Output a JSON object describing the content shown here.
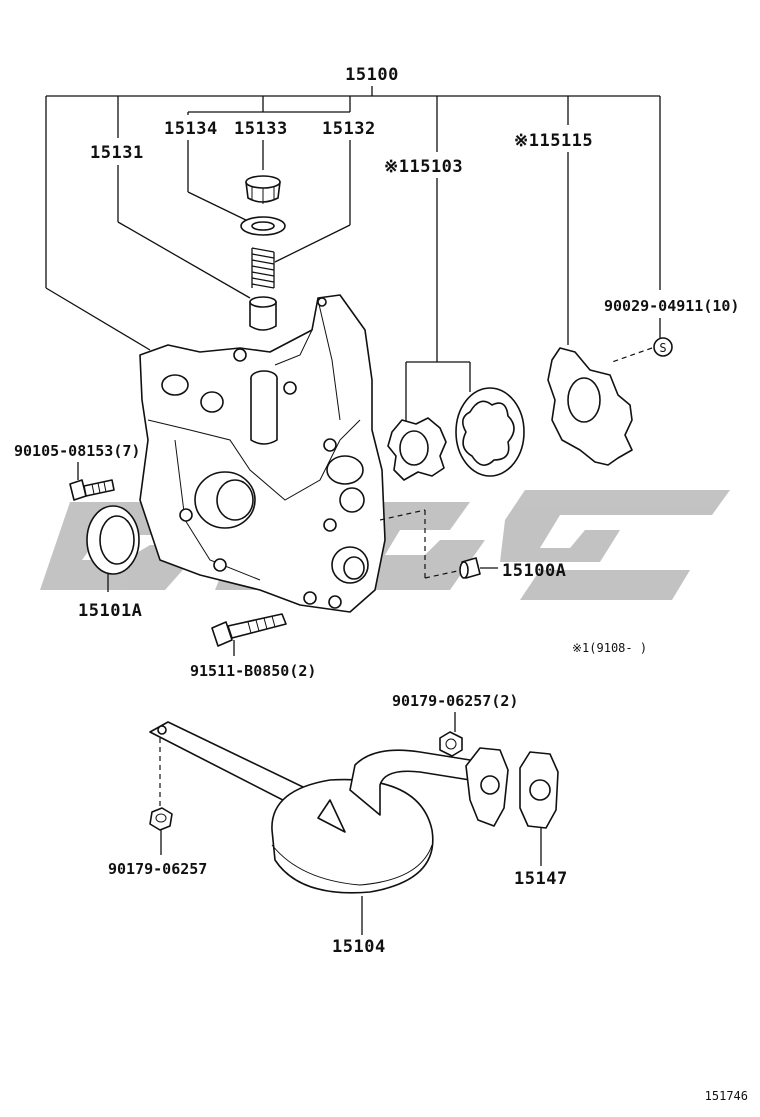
{
  "diagram": {
    "part_labels": {
      "p15100": "15100",
      "p15134": "15134",
      "p15133": "15133",
      "p15132": "15132",
      "p15131": "15131",
      "p15103": "※115103",
      "p15115": "※115115",
      "p90029": "90029-04911(10)",
      "p90105": "90105-08153(7)",
      "p15101A": "15101A",
      "p15100A": "15100A",
      "p91511": "91511-B0850(2)",
      "p90179a": "90179-06257(2)",
      "p90179b": "90179-06257",
      "p15147": "15147",
      "p15104": "15104"
    },
    "note": "※1(9108-    )",
    "seal_symbol": "S",
    "figure_number": "151746",
    "watermark_text": "ctgc",
    "watermark_color": "#b8b8b8"
  }
}
